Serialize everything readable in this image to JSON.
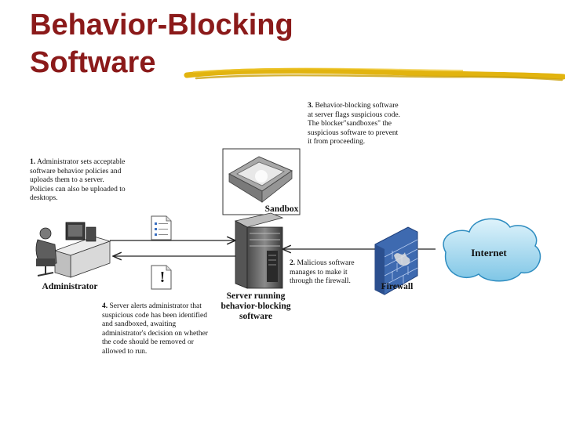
{
  "slide": {
    "title_line1": "Behavior-Blocking",
    "title_line2": "Software",
    "title_color": "#8b1a1a",
    "underline_color": "#e2b40f"
  },
  "diagram": {
    "step1": {
      "num": "1.",
      "text": "Administrator sets acceptable software behavior policies and uploads them to a server. Policies can also be uploaded to desktops."
    },
    "step2": {
      "num": "2.",
      "text": "Malicious software manages to make it through the firewall."
    },
    "step3": {
      "num": "3.",
      "text": "Behavior-blocking software at server flags suspicious code. The blocker\"sandboxes\" the suspicious software to prevent it from proceeding."
    },
    "step4": {
      "num": "4.",
      "text": "Server alerts administrator that suspicious code has been identified and sandboxed, awaiting administrator's decision on whether the code should be removed or allowed to run."
    },
    "labels": {
      "administrator": "Administrator",
      "server": "Server running behavior-blocking software",
      "sandbox": "Sandbox",
      "firewall": "Firewall",
      "internet": "Internet"
    },
    "alert_glyph": "!"
  }
}
